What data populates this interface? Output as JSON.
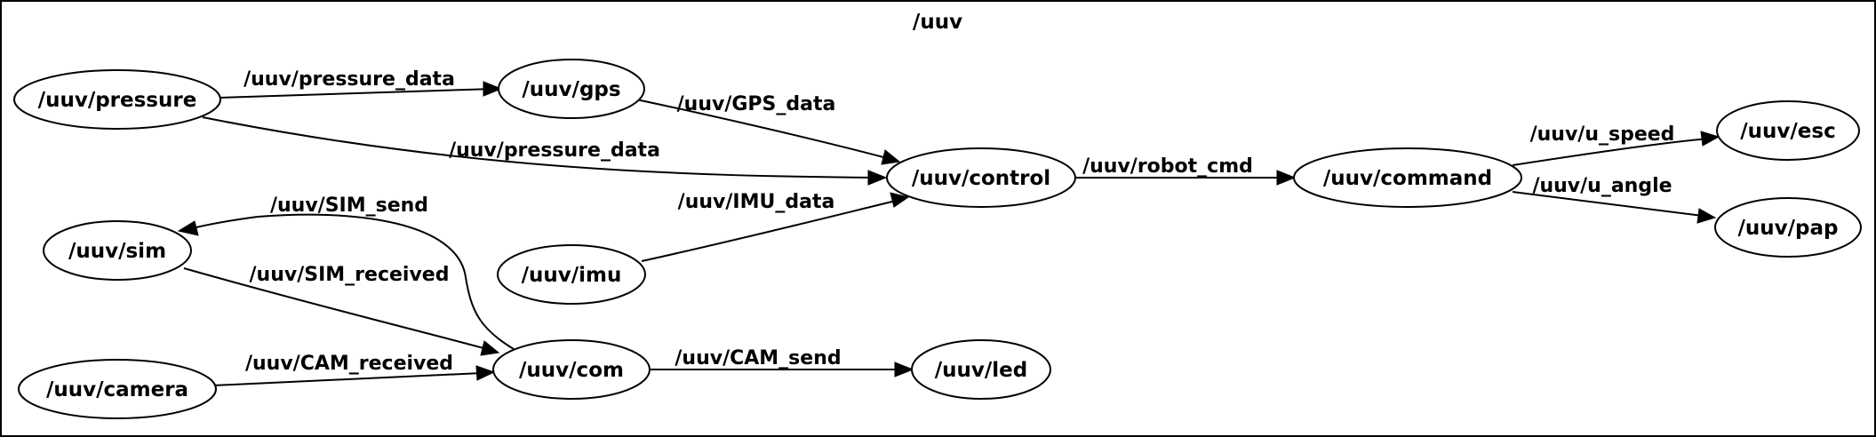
{
  "graph": {
    "cluster_title": "/uuv",
    "nodes": {
      "pressure": "/uuv/pressure",
      "gps": "/uuv/gps",
      "control": "/uuv/control",
      "command": "/uuv/command",
      "esc": "/uuv/esc",
      "pap": "/uuv/pap",
      "sim": "/uuv/sim",
      "imu": "/uuv/imu",
      "camera": "/uuv/camera",
      "com": "/uuv/com",
      "led": "/uuv/led"
    },
    "edges": {
      "pressure_gps": "/uuv/pressure_data",
      "pressure_control": "/uuv/pressure_data",
      "gps_control": "/uuv/GPS_data",
      "imu_control": "/uuv/IMU_data",
      "control_command": "/uuv/robot_cmd",
      "command_esc": "/uuv/u_speed",
      "command_pap": "/uuv/u_angle",
      "com_sim": "/uuv/SIM_send",
      "sim_com": "/uuv/SIM_received",
      "camera_com": "/uuv/CAM_received",
      "com_led": "/uuv/CAM_send"
    }
  }
}
